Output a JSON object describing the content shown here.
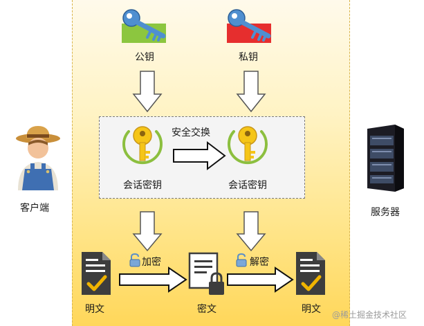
{
  "client": {
    "label": "客户端"
  },
  "server": {
    "label": "服务器"
  },
  "keys": {
    "public_label": "公钥",
    "private_label": "私钥"
  },
  "session": {
    "exchange_label": "安全交换",
    "key_left_label": "会话密钥",
    "key_right_label": "会话密钥"
  },
  "flow": {
    "plaintext_left": "明文",
    "encrypt_label": "加密",
    "ciphertext": "密文",
    "decrypt_label": "解密",
    "plaintext_right": "明文"
  },
  "watermark": "@稀土掘金技术社区",
  "colors": {
    "panel_gradient_end": "#ffd75a",
    "public_key_bg": "#8cc63f",
    "private_key_bg": "#e62e2e",
    "key_blue": "#4f8fd0",
    "gold_key": "#f5c518",
    "green_ring": "#8cbf3f",
    "doc_dark": "#3d3d3d",
    "check_gold": "#f0b400"
  }
}
